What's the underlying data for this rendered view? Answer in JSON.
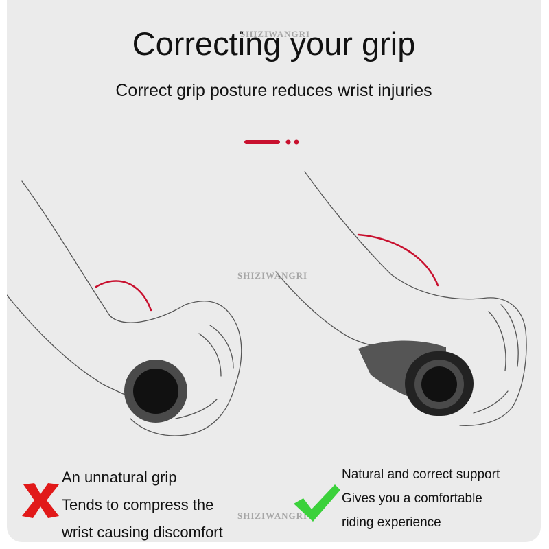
{
  "header": {
    "title": "Correcting your grip",
    "subtitle": "Correct grip posture reduces wrist injuries"
  },
  "watermark": {
    "text": "SHIZIWANGRI"
  },
  "colors": {
    "accent_red": "#c8102e",
    "good_green": "#3bd13b",
    "bad_red": "#e11919",
    "background": "#ebebeb"
  },
  "panels": {
    "bad": {
      "icon": "cross-icon",
      "lines": [
        "An unnatural grip",
        "Tends to compress the",
        "wrist causing discomfort"
      ]
    },
    "good": {
      "icon": "check-icon",
      "lines": [
        "Natural and correct support",
        "Gives you a comfortable",
        "riding experience"
      ]
    }
  }
}
